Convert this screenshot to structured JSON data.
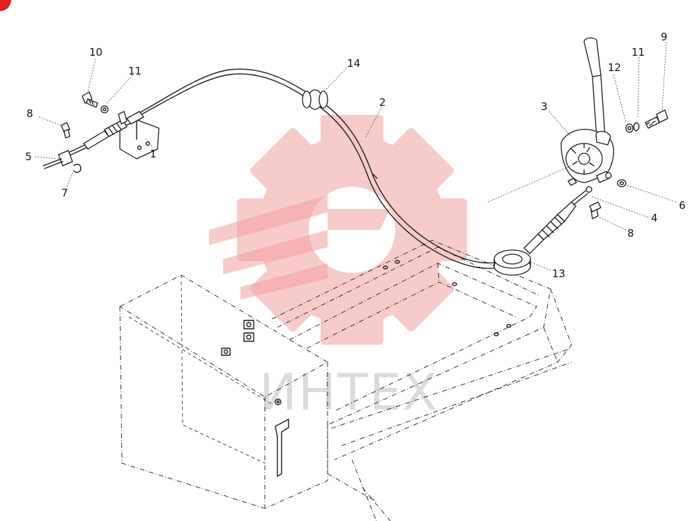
{
  "watermark": {
    "text": "ИНТЕХ",
    "color": "#e84a4a",
    "text_color": "#c8c8c8",
    "icon": "gear-logo-icon"
  },
  "corner_marker_color": "#e02020",
  "callouts": [
    {
      "id": "c10a",
      "label": "10"
    },
    {
      "id": "c11a",
      "label": "11"
    },
    {
      "id": "c8a",
      "label": "8"
    },
    {
      "id": "c5",
      "label": "5"
    },
    {
      "id": "c7",
      "label": "7"
    },
    {
      "id": "c1",
      "label": "1"
    },
    {
      "id": "c14",
      "label": "14"
    },
    {
      "id": "c2",
      "label": "2"
    },
    {
      "id": "c3",
      "label": "3"
    },
    {
      "id": "c12",
      "label": "12"
    },
    {
      "id": "c11b",
      "label": "11"
    },
    {
      "id": "c9",
      "label": "9"
    },
    {
      "id": "c6",
      "label": "6"
    },
    {
      "id": "c4",
      "label": "4"
    },
    {
      "id": "c8b",
      "label": "8"
    },
    {
      "id": "c13",
      "label": "13"
    }
  ]
}
